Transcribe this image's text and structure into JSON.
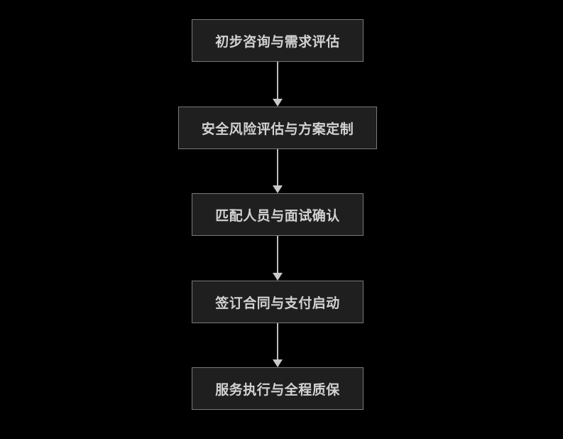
{
  "flowchart": {
    "type": "vertical-flowchart",
    "background_color": "#000000",
    "node_fill_color": "#1f1f1f",
    "node_border_color": "#7a7a7a",
    "node_text_color": "#d2d2d2",
    "arrow_color": "#c9c9c9",
    "nodes": [
      {
        "id": 1,
        "label": "初步咨询与需求评估"
      },
      {
        "id": 2,
        "label": "安全风险评估与方案定制"
      },
      {
        "id": 3,
        "label": "匹配人员与面试确认"
      },
      {
        "id": 4,
        "label": "签订合同与支付启动"
      },
      {
        "id": 5,
        "label": "服务执行与全程质保"
      }
    ],
    "edges": [
      {
        "from": 1,
        "to": 2
      },
      {
        "from": 2,
        "to": 3
      },
      {
        "from": 3,
        "to": 4
      },
      {
        "from": 4,
        "to": 5
      }
    ]
  }
}
